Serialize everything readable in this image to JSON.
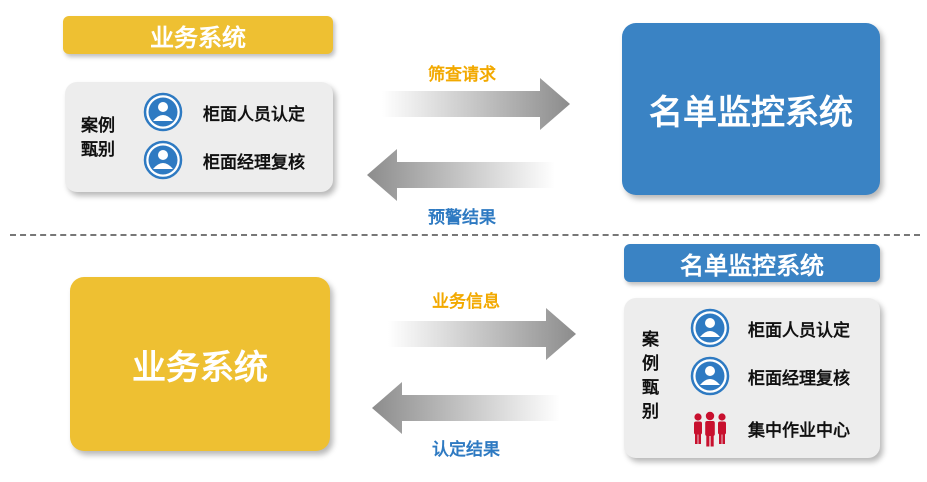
{
  "top": {
    "business_header": "业务系统",
    "case_label_line1": "案例",
    "case_label_line2": "甄别",
    "items": [
      {
        "label": "柜面人员认定",
        "icon": "person-icon"
      },
      {
        "label": "柜面经理复核",
        "icon": "person-icon"
      }
    ],
    "arrow_right_label": "筛查请求",
    "arrow_left_label": "预警结果",
    "monitor_box": "名单监控系统"
  },
  "bottom": {
    "business_box": "业务系统",
    "arrow_right_label": "业务信息",
    "arrow_left_label": "认定结果",
    "monitor_header": "名单监控系统",
    "case_label_chars": [
      "案",
      "例",
      "甄",
      "别"
    ],
    "items": [
      {
        "label": "柜面人员认定",
        "icon": "person-icon"
      },
      {
        "label": "柜面经理复核",
        "icon": "person-icon"
      },
      {
        "label": "集中作业中心",
        "icon": "group-icon"
      }
    ]
  },
  "colors": {
    "yellow": "#EEC032",
    "blue": "#3A83C4",
    "orange_text": "#F2A900",
    "blue_text": "#2E7AC2",
    "group_red": "#C8102E"
  }
}
